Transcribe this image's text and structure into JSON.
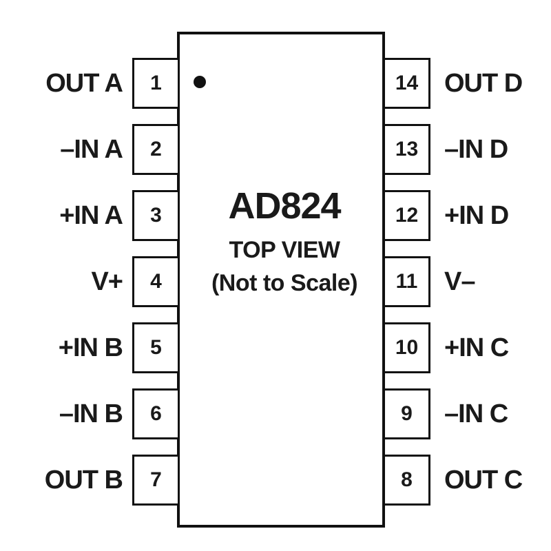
{
  "chip": {
    "part_number": "AD824",
    "view_label": "TOP VIEW",
    "scale_note": "(Not to Scale)"
  },
  "pins_left": [
    {
      "number": "1",
      "name": "OUT A"
    },
    {
      "number": "2",
      "name": "–IN A"
    },
    {
      "number": "3",
      "name": "+IN A"
    },
    {
      "number": "4",
      "name": "V+"
    },
    {
      "number": "5",
      "name": "+IN B"
    },
    {
      "number": "6",
      "name": "–IN B"
    },
    {
      "number": "7",
      "name": "OUT B"
    }
  ],
  "pins_right": [
    {
      "number": "14",
      "name": "OUT D"
    },
    {
      "number": "13",
      "name": "–IN D"
    },
    {
      "number": "12",
      "name": "+IN D"
    },
    {
      "number": "11",
      "name": "V–"
    },
    {
      "number": "10",
      "name": "+IN C"
    },
    {
      "number": "9",
      "name": "–IN C"
    },
    {
      "number": "8",
      "name": "OUT C"
    }
  ]
}
